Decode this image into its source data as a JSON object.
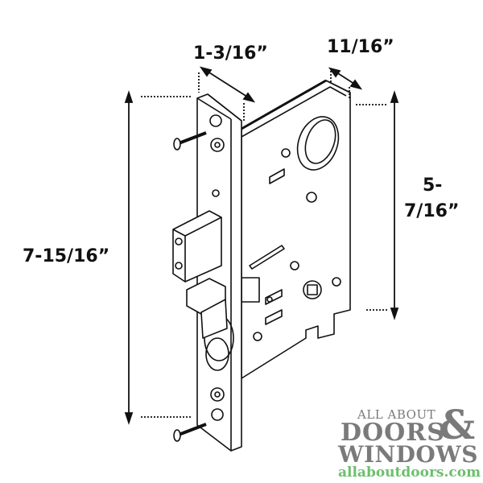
{
  "dimensions": {
    "depth": "1-3/16”",
    "backset_offset": "11/16”",
    "case_height_line1": "5-",
    "case_height_line2": "7/16”",
    "faceplate_height": "7-15/16”"
  },
  "logo": {
    "line1": "ALL ABOUT",
    "line2": "DOORS",
    "ampersand": "&",
    "line3": "WINDOWS",
    "url": "allaboutdoors.com",
    "gray": "#7a7a7a",
    "green": "#6cbf6c"
  },
  "icons": {
    "top_screw": "screw-icon",
    "bottom_screw": "screw-icon"
  }
}
